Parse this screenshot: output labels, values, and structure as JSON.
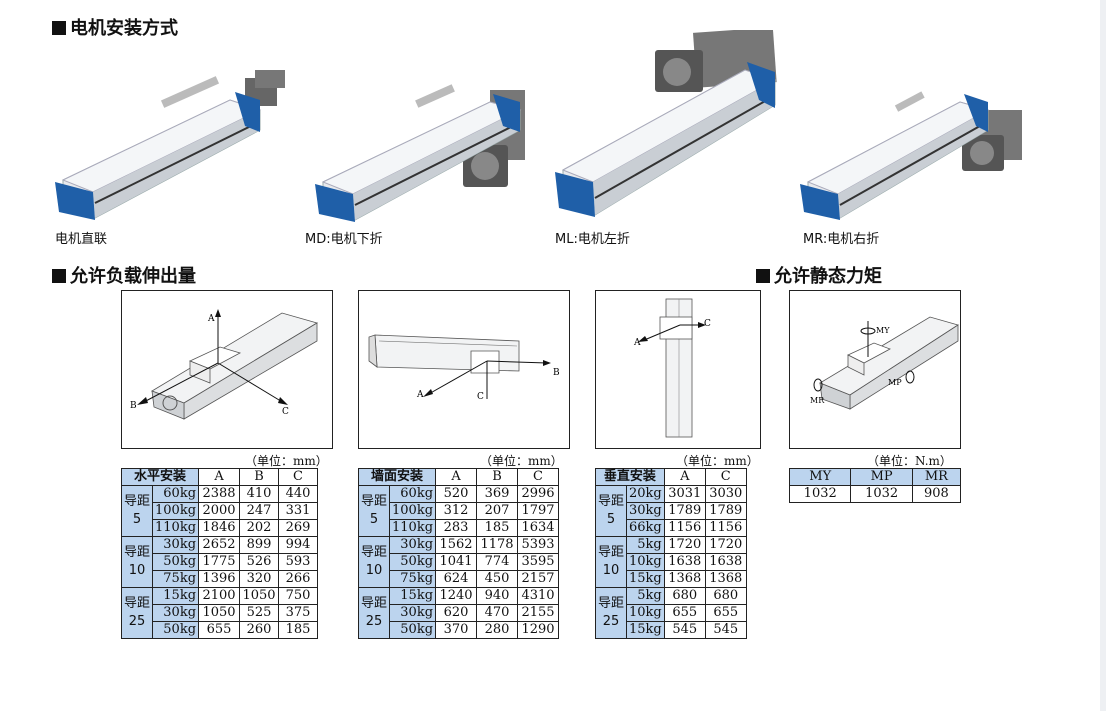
{
  "sections": {
    "mounting_title": "电机安装方式",
    "load_title": "允许负载伸出量",
    "moment_title": "允许静态力矩"
  },
  "mounting": [
    {
      "caption": "电机直联"
    },
    {
      "caption": "MD:电机下折"
    },
    {
      "caption": "ML:电机左折"
    },
    {
      "caption": "MR:电机右折"
    }
  ],
  "diagrams": {
    "horizontal": {
      "unit": "（单位：mm）",
      "labels": {
        "a": "A",
        "b": "B",
        "c": "C"
      }
    },
    "wall": {
      "unit": "（单位：mm）",
      "labels": {
        "a": "A",
        "b": "B",
        "c": "C"
      }
    },
    "vertical": {
      "unit": "（单位：mm）",
      "labels": {
        "a": "A",
        "c": "C"
      }
    },
    "moment": {
      "unit": "（单位：N.m）",
      "labels": {
        "my": "MY",
        "mp": "MP",
        "mr": "MR"
      }
    }
  },
  "colors": {
    "header_blue": "#bcd4ee",
    "rail_blue": "#1f5fa8"
  },
  "tables": {
    "horizontal": {
      "title": "水平安装",
      "columns": [
        "A",
        "B",
        "C"
      ],
      "groups": [
        {
          "lead": "导距5",
          "lead_l1": "导距",
          "lead_l2": "5",
          "rows": [
            {
              "load": "60kg",
              "v": [
                "2388",
                "410",
                "440"
              ]
            },
            {
              "load": "100kg",
              "v": [
                "2000",
                "247",
                "331"
              ]
            },
            {
              "load": "110kg",
              "v": [
                "1846",
                "202",
                "269"
              ]
            }
          ]
        },
        {
          "lead": "导距10",
          "lead_l1": "导距",
          "lead_l2": "10",
          "rows": [
            {
              "load": "30kg",
              "v": [
                "2652",
                "899",
                "994"
              ]
            },
            {
              "load": "50kg",
              "v": [
                "1775",
                "526",
                "593"
              ]
            },
            {
              "load": "75kg",
              "v": [
                "1396",
                "320",
                "266"
              ]
            }
          ]
        },
        {
          "lead": "导距25",
          "lead_l1": "导距",
          "lead_l2": "25",
          "rows": [
            {
              "load": "15kg",
              "v": [
                "2100",
                "1050",
                "750"
              ]
            },
            {
              "load": "30kg",
              "v": [
                "1050",
                "525",
                "375"
              ]
            },
            {
              "load": "50kg",
              "v": [
                "655",
                "260",
                "185"
              ]
            }
          ]
        }
      ]
    },
    "wall": {
      "title": "墙面安装",
      "columns": [
        "A",
        "B",
        "C"
      ],
      "groups": [
        {
          "lead_l1": "导距",
          "lead_l2": "5",
          "rows": [
            {
              "load": "60kg",
              "v": [
                "520",
                "369",
                "2996"
              ]
            },
            {
              "load": "100kg",
              "v": [
                "312",
                "207",
                "1797"
              ]
            },
            {
              "load": "110kg",
              "v": [
                "283",
                "185",
                "1634"
              ]
            }
          ]
        },
        {
          "lead_l1": "导距",
          "lead_l2": "10",
          "rows": [
            {
              "load": "30kg",
              "v": [
                "1562",
                "1178",
                "5393"
              ]
            },
            {
              "load": "50kg",
              "v": [
                "1041",
                "774",
                "3595"
              ]
            },
            {
              "load": "75kg",
              "v": [
                "624",
                "450",
                "2157"
              ]
            }
          ]
        },
        {
          "lead_l1": "导距",
          "lead_l2": "25",
          "rows": [
            {
              "load": "15kg",
              "v": [
                "1240",
                "940",
                "4310"
              ]
            },
            {
              "load": "30kg",
              "v": [
                "620",
                "470",
                "2155"
              ]
            },
            {
              "load": "50kg",
              "v": [
                "370",
                "280",
                "1290"
              ]
            }
          ]
        }
      ]
    },
    "vertical": {
      "title": "垂直安装",
      "columns": [
        "A",
        "C"
      ],
      "groups": [
        {
          "lead_l1": "导距",
          "lead_l2": "5",
          "rows": [
            {
              "load": "20kg",
              "v": [
                "3031",
                "3030"
              ]
            },
            {
              "load": "30kg",
              "v": [
                "1789",
                "1789"
              ]
            },
            {
              "load": "66kg",
              "v": [
                "1156",
                "1156"
              ]
            }
          ]
        },
        {
          "lead_l1": "导距",
          "lead_l2": "10",
          "rows": [
            {
              "load": "5kg",
              "v": [
                "1720",
                "1720"
              ]
            },
            {
              "load": "10kg",
              "v": [
                "1638",
                "1638"
              ]
            },
            {
              "load": "15kg",
              "v": [
                "1368",
                "1368"
              ]
            }
          ]
        },
        {
          "lead_l1": "导距",
          "lead_l2": "25",
          "rows": [
            {
              "load": "5kg",
              "v": [
                "680",
                "680"
              ]
            },
            {
              "load": "10kg",
              "v": [
                "655",
                "655"
              ]
            },
            {
              "load": "15kg",
              "v": [
                "545",
                "545"
              ]
            }
          ]
        }
      ]
    },
    "moment": {
      "columns": [
        "MY",
        "MP",
        "MR"
      ],
      "values": [
        "1032",
        "1032",
        "908"
      ]
    }
  }
}
